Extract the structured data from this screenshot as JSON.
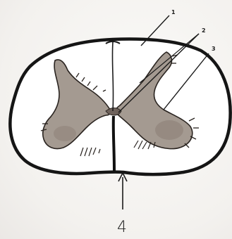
{
  "diagram": {
    "labels": {
      "l1": "1",
      "l2": "2",
      "l3": "3",
      "l4": "4"
    },
    "colors": {
      "outline": "#1a1a1a",
      "gray_matter": "#a49a91",
      "gray_matter_dark": "#7f726a",
      "white_matter": "#ffffff"
    }
  }
}
